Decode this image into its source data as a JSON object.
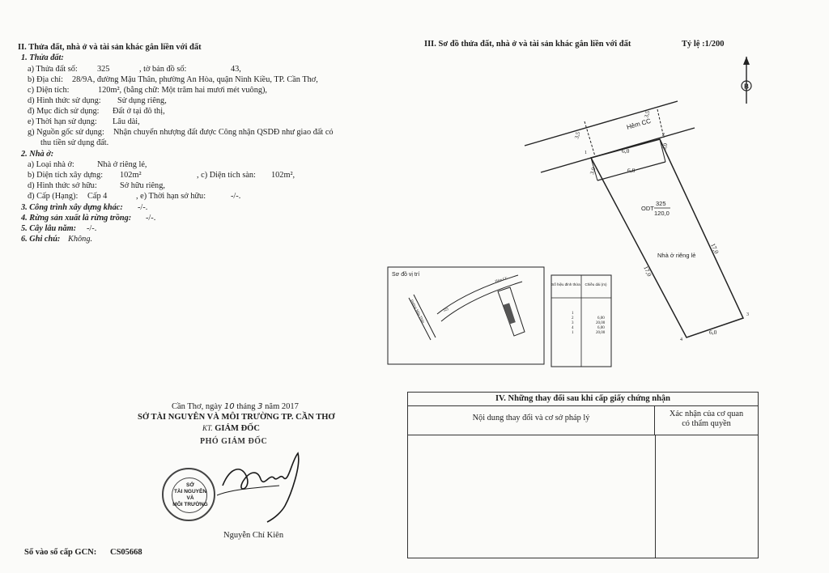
{
  "section2": {
    "title": "II. Thửa đất, nhà ở và tài sản khác gắn liền với đất",
    "land": {
      "heading": "1. Thửa đất:",
      "parcel_label": "a) Thửa đất số:",
      "parcel_no": "325",
      "map_label": ", tờ bản đồ số:",
      "map_no": "43,",
      "address_label": "b) Địa chỉ:",
      "address": "28/9A, đường Mậu Thân, phường An Hòa, quận Ninh Kiều, TP. Cần Thơ,",
      "area_label": "c) Diện tích:",
      "area": "120m², (bằng chữ: Một trăm hai mươi mét vuông),",
      "use_form_label": "d) Hình thức sử dụng:",
      "use_form": "Sử dụng riêng,",
      "purpose_label": "đ) Mục đích sử dụng:",
      "purpose": "Đất ở tại đô thị,",
      "term_label": "e) Thời hạn sử dụng:",
      "term": "Lâu dài,",
      "origin_label": "g) Nguồn gốc sử dụng:",
      "origin_line1": "Nhận chuyển nhượng đất được Công nhận QSDĐ như giao đất có",
      "origin_line2": "thu tiền sử dụng đất."
    },
    "house": {
      "heading": "2. Nhà ở:",
      "type_label": "a) Loại nhà ở:",
      "type": "Nhà ở riêng lẻ,",
      "built_label": "b) Diện tích xây dựng:",
      "built": "102m²",
      "floor_label": ", c) Diện tích sàn:",
      "floor": "102m²,",
      "own_label": "d) Hình thức sở hữu:",
      "own": "Sở hữu riêng,",
      "grade_label": "đ) Cấp (Hạng):",
      "grade": "Cấp 4",
      "own_term_label": ", e) Thời hạn sở hữu:",
      "own_term": "-/-."
    },
    "other_construction": "3. Công trình xây dựng khác:",
    "other_construction_val": "-/-.",
    "forest": "4. Rừng sản xuất là rừng trồng:",
    "forest_val": "-/-.",
    "perennial": "5. Cây lâu năm:",
    "perennial_val": "-/-.",
    "note": "6. Ghi chú:",
    "note_val": "Không."
  },
  "section3": {
    "title": "III. Sơ đồ thửa đất, nhà ở và tài sản khác gắn liền với đất",
    "scale": "Tỷ lệ :1/200",
    "north": "B",
    "alley": "Hẻm CC",
    "parcel_label": "ODT",
    "parcel_no": "325",
    "parcel_area": "120,0",
    "house_label": "Nhà ở riêng lẻ",
    "dims": {
      "top_width": "6,0",
      "inner_width": "6,0",
      "bottom_width": "6,0",
      "left_len": "17,0",
      "right_len": "17,0",
      "setback_left": "3,0",
      "setback_right": "3,0",
      "alley_left": "3,5",
      "alley_right": "3,5"
    },
    "corners": [
      "1",
      "2",
      "3",
      "4"
    ],
    "location_map": {
      "title": "Sơ đồ vị trí",
      "street_main": "Đường Mậu Thân",
      "street_side": "Hẻm CC",
      "parcel": "325"
    },
    "edge_table": {
      "col1": "Số hiệu đỉnh thửa",
      "col2": "Chiều dài (m)",
      "rows": [
        [
          "1",
          "6,00"
        ],
        [
          "2",
          "20,00"
        ],
        [
          "3",
          "6,00"
        ],
        [
          "4",
          "20,00"
        ],
        [
          "1",
          ""
        ]
      ]
    }
  },
  "signature": {
    "place_date_prefix": "Cần Thơ, ngày",
    "day": "10",
    "month_label": "tháng",
    "month": "3",
    "year_label": "năm",
    "year": "2017",
    "agency": "SỞ TÀI NGUYÊN VÀ MÔI TRƯỜNG TP. CẦN THƠ",
    "kt": "KT.",
    "role": "GIÁM ĐỐC",
    "deputy": "PHÓ GIÁM ĐỐC",
    "stamp_line1": "SỞ",
    "stamp_line2": "TÀI NGUYÊN",
    "stamp_line3": "VÀ",
    "stamp_line4": "MÔI TRƯỜNG",
    "signer": "Nguyễn Chí Kiên"
  },
  "register": {
    "label": "Số vào sổ cấp GCN:",
    "value": "CS05668"
  },
  "section4": {
    "title": "IV. Những thay đổi sau khi cấp giấy chứng nhận",
    "col1": "Nội dung thay đổi và cơ sở pháp lý",
    "col2_line1": "Xác nhận của cơ quan",
    "col2_line2": "có thẩm quyền"
  }
}
